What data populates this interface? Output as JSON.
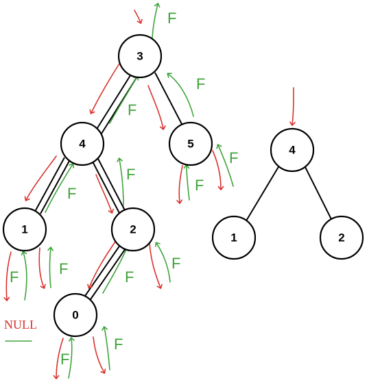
{
  "left_tree": {
    "nodes": [
      {
        "id": "n3",
        "label": "3"
      },
      {
        "id": "n4",
        "label": "4"
      },
      {
        "id": "n5",
        "label": "5"
      },
      {
        "id": "n1",
        "label": "1"
      },
      {
        "id": "n2",
        "label": "2"
      },
      {
        "id": "n0",
        "label": "0"
      }
    ],
    "edges": [
      [
        "n3",
        "n4"
      ],
      [
        "n3",
        "n5"
      ],
      [
        "n4",
        "n1"
      ],
      [
        "n4",
        "n2"
      ],
      [
        "n2",
        "n0"
      ]
    ]
  },
  "right_tree": {
    "nodes": [
      {
        "id": "r4",
        "label": "4"
      },
      {
        "id": "r1",
        "label": "1"
      },
      {
        "id": "r2",
        "label": "2"
      }
    ],
    "edges": [
      [
        "r4",
        "r1"
      ],
      [
        "r4",
        "r2"
      ]
    ]
  },
  "annotations": {
    "f_label": "F",
    "null_label": "NULL"
  },
  "colors": {
    "descend_arrow": "#d8312c",
    "return_arrow": "#3ea33a",
    "node_outline": "#000000"
  }
}
